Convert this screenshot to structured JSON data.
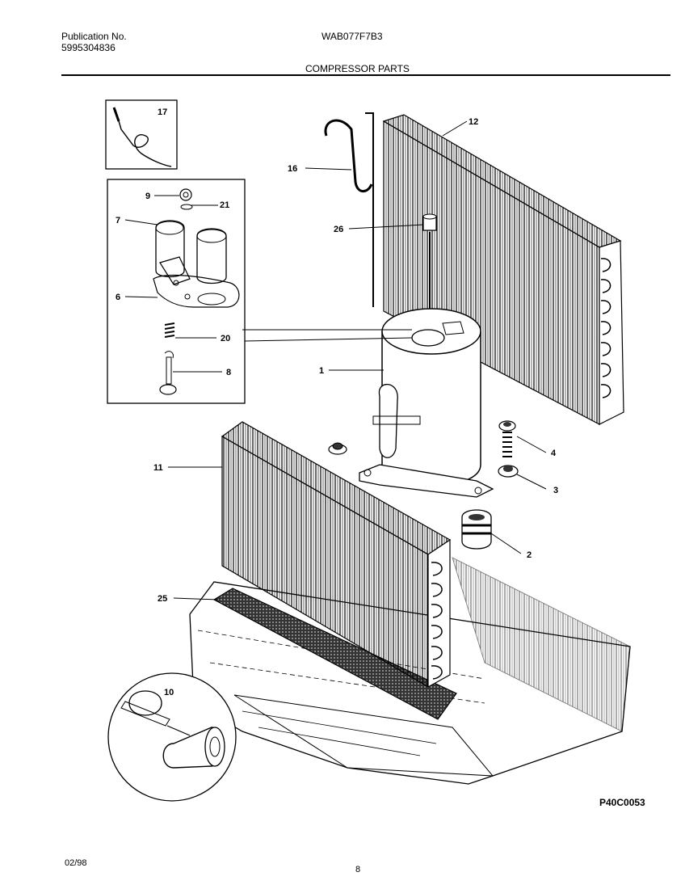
{
  "header": {
    "publication_label": "Publication No.",
    "publication_number": "5995304836",
    "model": "WAB077F7B3",
    "section_title": "COMPRESSOR PARTS"
  },
  "figure": {
    "callouts": [
      "17",
      "9",
      "21",
      "7",
      "6",
      "20",
      "8",
      "12",
      "16",
      "26",
      "1",
      "4",
      "3",
      "2",
      "11",
      "25",
      "10"
    ],
    "code": "P40C0053"
  },
  "footer": {
    "date": "02/98",
    "page": "8"
  }
}
